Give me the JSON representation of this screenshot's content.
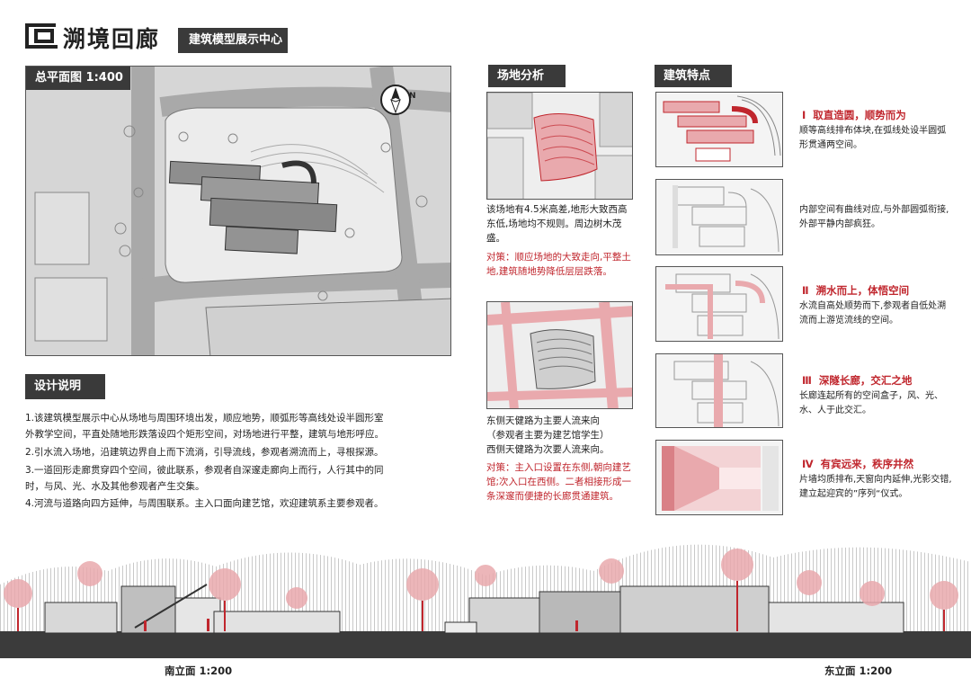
{
  "header": {
    "logo_text": "溯境回廊",
    "subtitle": "建筑模型展示中心"
  },
  "site_plan": {
    "title": "总平面图 1:400",
    "north": "N"
  },
  "design": {
    "title": "设计说明",
    "points": [
      "1.该建筑模型展示中心从场地与周围环境出发，顺应地势，顺弧形等高线处设半圆形室",
      "外教学空间，平直处随地形跌落设四个矩形空间，对场地进行平整，建筑与地形呼应。",
      "2.引水流入场地，沿建筑边界自上而下流淌，引导流线，参观者溯流而上，寻根探源。",
      "3.一道回形走廊贯穿四个空间，彼此联系，参观者自深邃走廊向上而行，人行其中的同",
      "时，与风、光、水及其他参观者产生交集。",
      "4.河流与道路向四方延伸，与周围联系。主入口面向建艺馆，欢迎建筑系主要参观者。"
    ]
  },
  "site_analysis": {
    "title": "场地分析",
    "text1": "该场地有4.5米高差,地形大致西高东低,场地均不规则。周边树木茂盛。",
    "strategy1": "对策：顺应场地的大致走向,平整土地,建筑随地势降低层层跌落。",
    "text2_lines": [
      "东侧天健路为主要人流来向",
      "（参观者主要为建艺馆学生）",
      "西侧天健路为次要人流来向。"
    ],
    "strategy2": "对策：主入口设置在东侧,朝向建艺馆;次入口在西侧。二者相接形成一条深邃而便捷的长廊贯通建筑。"
  },
  "features": {
    "title": "建筑特点",
    "items": [
      {
        "num": "Ⅰ",
        "title": "取直造圆，顺势而为",
        "text": "顺等高线排布体块,在弧线处设半圆弧形贯通两空间。"
      },
      {
        "num": "",
        "title": "",
        "text": "内部空间有曲线对应,与外部圆弧衔接,外部平静内部疯狂。"
      },
      {
        "num": "Ⅱ",
        "title": "溯水而上，体悟空间",
        "text": "水流自高处顺势而下,参观者自低处溯流而上游览流线的空间。"
      },
      {
        "num": "Ⅲ",
        "title": "深隧长廊，交汇之地",
        "text": "长廊连起所有的空间盒子，风、光、水、人于此交汇。"
      },
      {
        "num": "Ⅳ",
        "title": "有宾远来，秩序井然",
        "text": "片墙均质排布,天窗向内延伸,光影交错,建立起迎宾的”序列“仪式。"
      }
    ]
  },
  "elevations": {
    "south": "南立面 1:200",
    "east": "东立面 1:200"
  },
  "colors": {
    "accent": "#c0262d",
    "tag_bg": "#3a3a3a",
    "pink": "#e9a9ad"
  }
}
